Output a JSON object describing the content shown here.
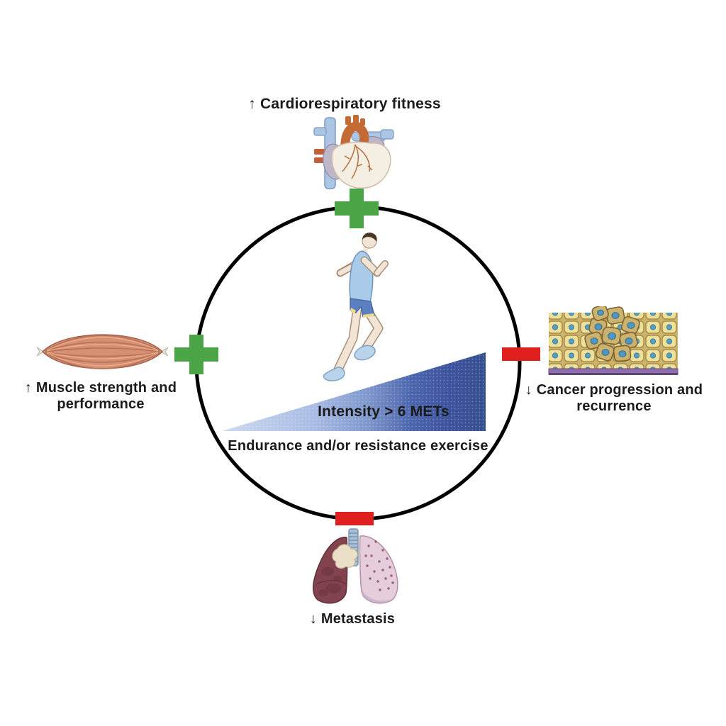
{
  "figure": {
    "title_hidden": "",
    "center": {
      "intensity_label": "Intensity > 6 METs",
      "exercise_label": "Endurance and/or resistance exercise",
      "activity_icon": "running-person-icon"
    },
    "nodes": [
      {
        "id": "cardio",
        "position": "top",
        "arrow": "↑",
        "label": "Cardiorespiratory fitness",
        "sign": "plus",
        "icon": "heart-icon"
      },
      {
        "id": "muscle",
        "position": "left",
        "arrow": "↑",
        "label": "Muscle strength and performance",
        "sign": "plus",
        "icon": "muscle-icon"
      },
      {
        "id": "cancer",
        "position": "right",
        "arrow": "↓",
        "label": "Cancer progression and recurrence",
        "sign": "minus",
        "icon": "tumor-tissue-icon"
      },
      {
        "id": "metastasis",
        "position": "bottom",
        "arrow": "↓",
        "label": "Metastasis",
        "sign": "minus",
        "icon": "lungs-icon"
      }
    ],
    "signs": {
      "plus_glyph": "+",
      "minus_glyph": "−"
    },
    "colors": {
      "positive_green": "#4ba446",
      "negative_red": "#e01f1f",
      "circle_stroke": "#000000",
      "triangle_light": "#c9d7ef",
      "triangle_dark": "#35508f",
      "text": "#1b1b1b",
      "background": "#ffffff"
    }
  }
}
